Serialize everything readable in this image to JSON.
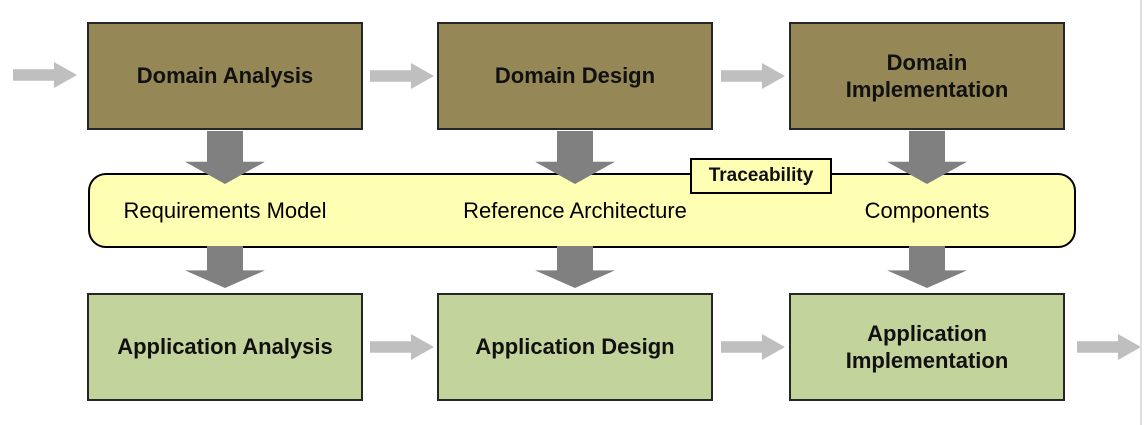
{
  "colors": {
    "domain_box_fill": "#958856",
    "application_box_fill": "#C3D39C",
    "band_fill": "#FFFFB3",
    "box_border": "#262626",
    "arrow_horizontal": "#BFBFBF",
    "arrow_vertical": "#808080",
    "page_edge_line": "#DEDEDE"
  },
  "domain_row": {
    "boxes": [
      {
        "label": "Domain Analysis"
      },
      {
        "label": "Domain Design"
      },
      {
        "label": "Domain Implementation"
      }
    ]
  },
  "artifacts_band": {
    "traceability_label": "Traceability",
    "items": [
      {
        "label": "Requirements Model"
      },
      {
        "label": "Reference Architecture"
      },
      {
        "label": "Components"
      }
    ]
  },
  "application_row": {
    "boxes": [
      {
        "label": "Application Analysis"
      },
      {
        "label": "Application Design"
      },
      {
        "label": "Application Implementation"
      }
    ]
  },
  "icons": {
    "horizontal_flow_arrow": "right-arrow",
    "vertical_flow_arrow": "down-arrow"
  }
}
